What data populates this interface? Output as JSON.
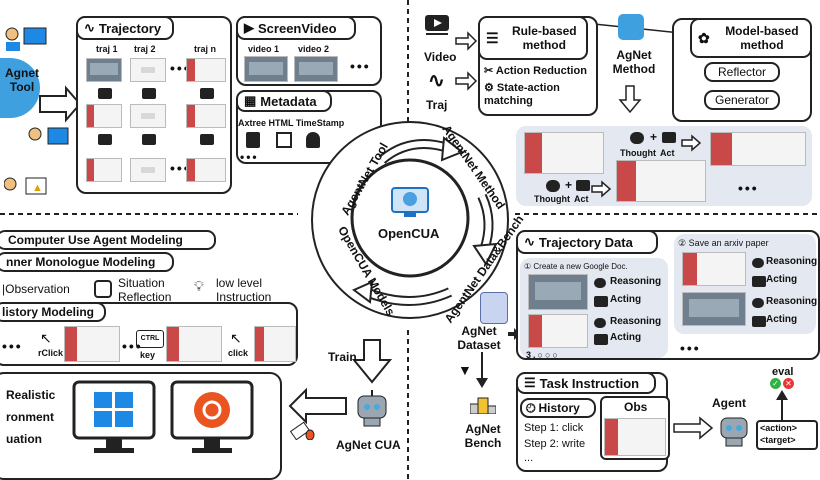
{
  "center": {
    "label": "OpenCUA",
    "ring": {
      "tool": "AgentNet Tool",
      "method": "AgentNet Method",
      "data": "AgentNet Data&Bench",
      "models": "OpenCUA Models"
    }
  },
  "tool": {
    "label": "Agnet Tool"
  },
  "trajectory": {
    "title": "Trajectory",
    "cols": [
      "traj 1",
      "traj 2",
      "traj n"
    ]
  },
  "screenvideo": {
    "title": "ScreenVideo",
    "cols": [
      "video 1",
      "video 2"
    ]
  },
  "metadata": {
    "title": "Metadata",
    "fields": "Axtree HTML TimeStamp"
  },
  "method": {
    "video": "Video",
    "traj": "Traj",
    "rule": "Rule-based method",
    "action_reduction": "Action Reduction",
    "state_action": "State-action matching",
    "agnet_method": "AgNet Method",
    "model_based": "Model-based method",
    "reflector": "Reflector",
    "generator": "Generator",
    "thought": "Thought",
    "act": "Act"
  },
  "modeling": {
    "title": "Computer Use Agent Modeling",
    "inner": "nner Monologue Modeling",
    "observation": "Observation",
    "situation": "Situation Reflection",
    "lowlevel": "low level Instruction",
    "history": "listory Modeling",
    "rclick": "rClick",
    "key": "key",
    "ctrl": "CTRL",
    "click": "click"
  },
  "train": {
    "label": "Train",
    "cua": "AgNet CUA"
  },
  "env": {
    "line1": "Realistic",
    "line2": "ronment",
    "line3": "uation"
  },
  "dataset": {
    "title": "AgNet Dataset",
    "bench": "AgNet Bench"
  },
  "trajdata": {
    "title": "Trajectory Data",
    "task1": "① Create a new Google Doc.",
    "task2": "② Save an arxiv paper",
    "reasoning": "Reasoning",
    "acting": "Acting"
  },
  "task": {
    "title": "Task Instruction",
    "history": "History",
    "obs": "Obs",
    "step1": "Step 1: click",
    "step2": "Step 2: write",
    "agent": "Agent",
    "eval": "eval",
    "action": "<action>",
    "target": "<target>"
  }
}
